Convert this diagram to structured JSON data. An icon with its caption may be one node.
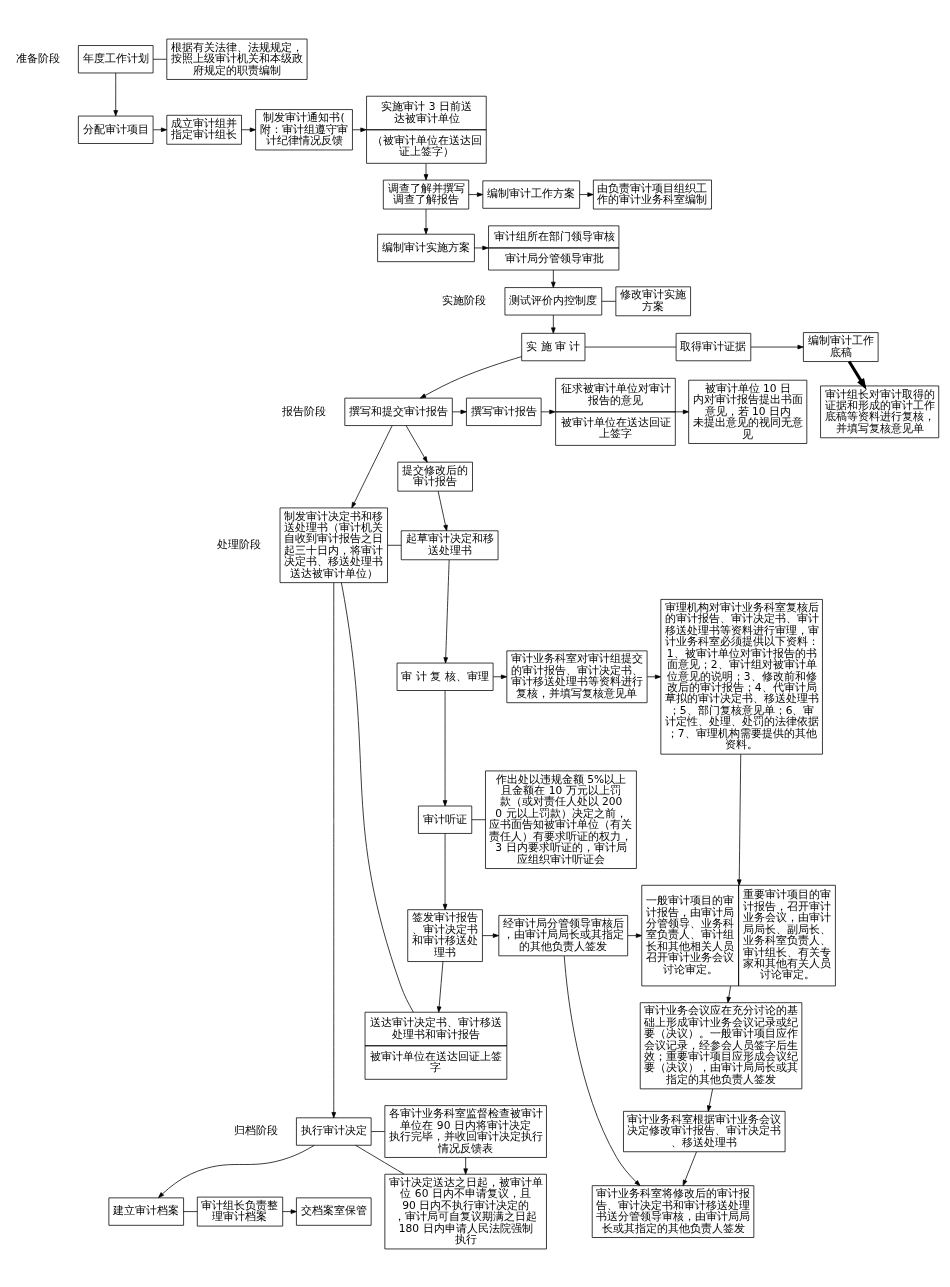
{
  "diagram": {
    "nodes": [
      {
        "text": [
          "年度工作计划"
        ]
      },
      {
        "text": [
          "根据有关法律、法规规定，按照上级审计机关和本级政府规定的职责编制"
        ]
      },
      {
        "text": [
          "分配审计项目"
        ]
      },
      {
        "text": [
          "成立审计组并指定审计组长"
        ]
      },
      {
        "text": [
          "制发审计通知书(附：审计组遵守审计纪律情况反馈"
        ]
      },
      {
        "text": [
          "实施审计 3 日前送达被审计单位",
          "（被审计单位在送达回证上签字）"
        ]
      },
      {
        "text": [
          "由负责审计项目组织工作的审计业务科室编制"
        ]
      },
      {
        "text": [
          "编制审计工作方案"
        ]
      },
      {
        "text": [
          "调查了解并撰写调查了解报告"
        ]
      },
      {
        "text": [
          "审计组所在部门领导审核",
          "审计局分管领导审批"
        ]
      },
      {
        "text": [
          "编制审计实施方案"
        ]
      },
      {
        "text": [
          "测试评价内控制度"
        ]
      },
      {
        "text": [
          "修改审计实施方案"
        ]
      },
      {
        "text": [
          "实 施 审 计"
        ]
      },
      {
        "text": [
          "取得审计证据"
        ]
      },
      {
        "text": [
          "编制审计工作底稿"
        ]
      },
      {
        "text": [
          "审计组长对审计取得的证据和形成的审计工作底稿等资料进行复核，并填写复核意见单"
        ]
      },
      {
        "text": [
          "撰写和提交审计报告"
        ]
      },
      {
        "text": [
          "撰写审计报告"
        ]
      },
      {
        "text": [
          "征求被审计单位对审计报告的意见",
          "被审计单位在送达回证上签字"
        ]
      },
      {
        "text": [
          "被审计单位 10 日内对审计报告提出书面意见，若 10 日内未提出意见的视同无意见"
        ]
      },
      {
        "text": [
          "提交修改后的审计报告"
        ]
      },
      {
        "text": [
          "制发审计决定书和移送处理书（审计机关自收到审计报告之日起三十日内，将审计决定书、移送处理书送达被审计单位）"
        ]
      },
      {
        "text": [
          "起草审计决定和移送处理书"
        ]
      },
      {
        "text": [
          "审计业务科室对审计组提交的审计报告、审计决定书、审计移送处理书等资料进行复核，并填写复核意见单"
        ]
      },
      {
        "text": [
          "审理机构对审计业务科室复核后的审计报告、审计决定书、审计移送处理书等资料进行审理，审计业务科室必须提供以下资料：1、被审计单位对审计报告的书面意见；2、审计组对被审计单位意见的说明；3、修改前和修改后的审计报告；4、代审计局草拟的审计决定书、移送处理书；5、部门复核意见单；6、审计定性、处理、处罚的法律依据；7、审理机构需要提供的其他资料。"
        ]
      },
      {
        "text": [
          "审 计 复 核、审理"
        ]
      },
      {
        "text": [
          "审计听证"
        ]
      },
      {
        "text": [
          "作出处以违规金额 5%以上且金额在 10 万元以上罚款（或对责任人处以 2000 元以上罚款）决定之前，应书面告知被审计单位（有关责任人）有要求听证的权力，3 日内要求听证的，审计局应组织审计听证会"
        ]
      },
      {
        "text": [
          "签发审计报告、审计决定书和审计移送处理书"
        ]
      },
      {
        "text": [
          "经审计局分管领导审核后，由审计局局长或其指定的其他负责人签发"
        ]
      },
      {
        "text": [
          "一般审计项目的审计报告，由审计局分管领导、业务科室负责人、审计组长和其他相关人员召开审计业务会议讨论审定。",
          "重要审计项目的审计报告，召开审计业务会议，由审计局局长、副局长、业务科室负责人、审计组长、有关专家和其他有关人员讨论审定。"
        ]
      },
      {
        "text": [
          "送达审计决定书、审计移送处理书和审计报告",
          "被审计单位在送达回证上签字"
        ]
      },
      {
        "text": [
          "审计业务会议应在充分讨论的基础上形成审计业务会议记录或纪要（决议）。一般审计项目应作会议记录，经参会人员签字后生效；重要审计项目应形成会议纪要（决议），由审计局局长或其指定的其他负责人签发"
        ]
      },
      {
        "text": [
          "审计业务科室根据审计业务会议决定修改审计报告、审计决定书、移送处理书"
        ]
      },
      {
        "text": [
          "审计业务科室将修改后的审计报告、审计决定书和审计移送处理书送分管领导审核，由审计局局长或其指定的其他负责人签发"
        ]
      },
      {
        "text": [
          "执行审计决定"
        ]
      },
      {
        "text": [
          "各审计业务科室监督检查被审计单位在 90 日内将审计决定执行完毕，并收回审计决定执行情况反馈表"
        ]
      },
      {
        "text": [
          "审计决定送达之日起，被审计单位 60 日内不申请复议，且 90 日内不执行审计决定的，审计局可自复议期满之日起 180 日内申请人民法院强制执行"
        ]
      },
      {
        "text": [
          "建立审计档案"
        ]
      },
      {
        "text": [
          "审计组长负责整理审计档案"
        ]
      },
      {
        "text": [
          "交档案室保管"
        ]
      }
    ],
    "edges": [
      {
        "from": 0,
        "to": 1,
        "arrow": "none"
      },
      {
        "from": 0,
        "to": 2,
        "arrow": "to"
      },
      {
        "from": 2,
        "to": 3,
        "arrow": "to"
      },
      {
        "from": 3,
        "to": 4,
        "arrow": "to"
      },
      {
        "from": 4,
        "to": 5,
        "arrow": "to"
      },
      {
        "from": 5,
        "to": 8,
        "arrow": "to"
      },
      {
        "from": 8,
        "to": 7,
        "arrow": "to"
      },
      {
        "from": 8,
        "to": 10,
        "arrow": "to"
      },
      {
        "from": 7,
        "to": 6,
        "arrow": "to"
      },
      {
        "from": 10,
        "to": 9,
        "arrow": "to"
      },
      {
        "from": 9,
        "to": 11,
        "arrow": "to"
      },
      {
        "from": 11,
        "to": 12,
        "arrow": "none"
      },
      {
        "from": 11,
        "to": 13,
        "arrow": "to"
      },
      {
        "from": 13,
        "to": 14,
        "arrow": "none"
      },
      {
        "from": 14,
        "to": 15,
        "arrow": "to"
      },
      {
        "from": 15,
        "to": 16,
        "arrow": "to",
        "style": "thick"
      },
      {
        "from": 13,
        "to": 17,
        "arrow": "to"
      },
      {
        "from": 17,
        "to": 18,
        "arrow": "to"
      },
      {
        "from": 17,
        "to": 21,
        "arrow": "to"
      },
      {
        "from": 18,
        "to": 19,
        "arrow": "to"
      },
      {
        "from": 19,
        "to": 20,
        "arrow": "to"
      },
      {
        "from": 17,
        "to": 22,
        "arrow": "to"
      },
      {
        "from": 21,
        "to": 23,
        "arrow": "to"
      },
      {
        "from": 22,
        "to": 23,
        "arrow": "none"
      },
      {
        "from": 22,
        "to": 32,
        "arrow": "none"
      },
      {
        "from": 23,
        "to": 26,
        "arrow": "to"
      },
      {
        "from": 26,
        "to": 24,
        "arrow": "to"
      },
      {
        "from": 24,
        "to": 25,
        "arrow": "to"
      },
      {
        "from": 26,
        "to": 27,
        "arrow": "to"
      },
      {
        "from": 27,
        "to": 28,
        "arrow": "none"
      },
      {
        "from": 27,
        "to": 29,
        "arrow": "to"
      },
      {
        "from": 29,
        "to": 30,
        "arrow": "to"
      },
      {
        "from": 29,
        "to": 32,
        "arrow": "to"
      },
      {
        "from": 25,
        "to": 31,
        "arrow": "to"
      },
      {
        "from": 30,
        "to": 31,
        "arrow": "to"
      },
      {
        "from": 30,
        "to": 35,
        "arrow": "to"
      },
      {
        "from": 31,
        "to": 33,
        "arrow": "to"
      },
      {
        "from": 33,
        "to": 34,
        "arrow": "to"
      },
      {
        "from": 34,
        "to": 35,
        "arrow": "to"
      },
      {
        "from": 22,
        "to": 36,
        "arrow": "to"
      },
      {
        "from": 36,
        "to": 37,
        "arrow": "none"
      },
      {
        "from": 36,
        "to": 38,
        "arrow": "none"
      },
      {
        "from": 37,
        "to": 38,
        "arrow": "to"
      },
      {
        "from": 36,
        "to": 39,
        "arrow": "to"
      },
      {
        "from": 39,
        "to": 40,
        "arrow": "none"
      },
      {
        "from": 40,
        "to": 41,
        "arrow": "to"
      }
    ],
    "labels": [
      "准备阶段",
      "实施阶段",
      "报告阶段",
      "处理阶段",
      "归档阶段"
    ]
  }
}
